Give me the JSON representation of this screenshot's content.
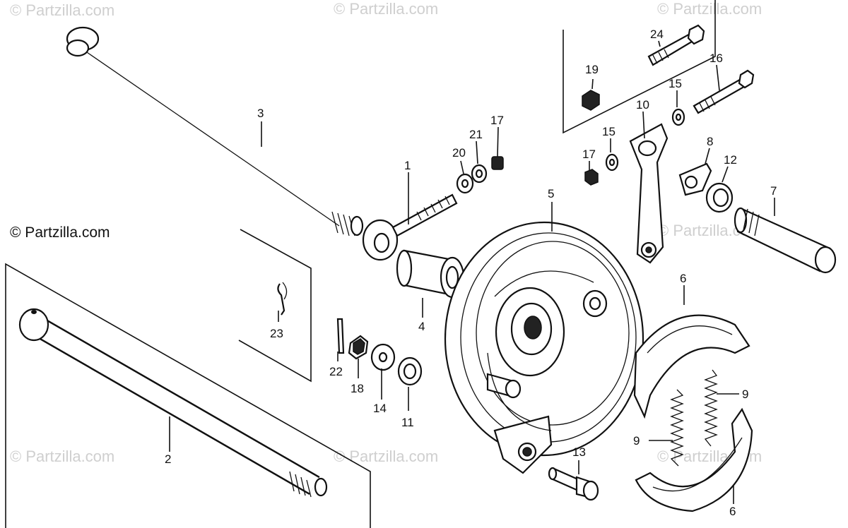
{
  "watermark_text": "© Partzilla.com",
  "copyright_text": "© Partzilla.com",
  "callouts": [
    "1",
    "2",
    "3",
    "4",
    "5",
    "6",
    "6",
    "7",
    "8",
    "9",
    "9",
    "10",
    "11",
    "12",
    "13",
    "14",
    "15",
    "15",
    "16",
    "17",
    "17",
    "18",
    "19",
    "20",
    "21",
    "22",
    "23",
    "24"
  ]
}
